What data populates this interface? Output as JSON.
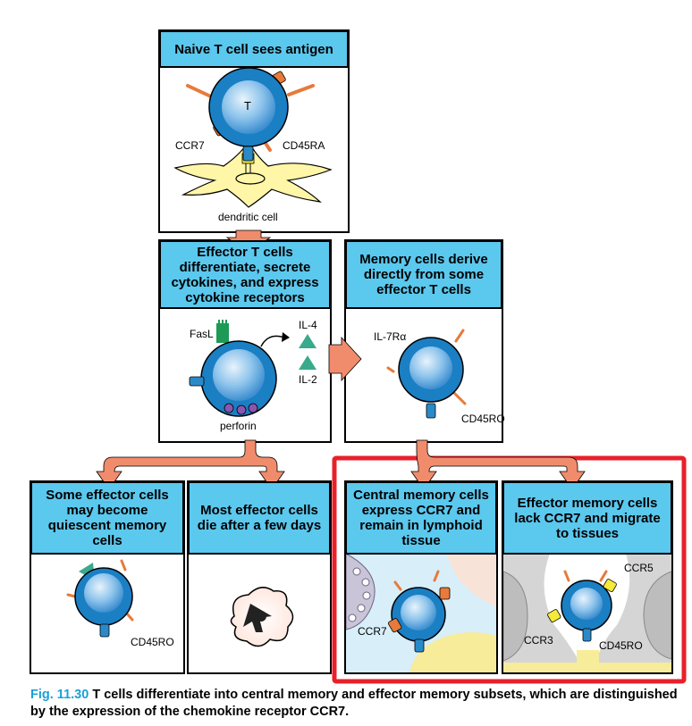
{
  "boxes": {
    "naive": "Naive T cell sees antigen",
    "effector": "Effector T cells differentiate, secrete cytokines, and express cytokine receptors",
    "memory": "Memory cells derive directly from some effector T cells",
    "quiescent": "Some effector cells may become quiescent memory cells",
    "die": "Most effector cells die after a few days",
    "central": "Central memory cells express CCR7 and remain in lymphoid tissue",
    "effmem": "Effector memory cells lack CCR7 and migrate to tissues"
  },
  "labels": {
    "t": "T",
    "ccr7_naive": "CCR7",
    "cd45ra": "CD45RA",
    "dendritic": "dendritic cell",
    "fasl": "FasL",
    "il4": "IL-4",
    "il2": "IL-2",
    "perforin": "perforin",
    "il7ra": "IL-7Rα",
    "cd45ro_memory": "CD45RO",
    "cd45ro_quiescent": "CD45RO",
    "ccr7_central": "CCR7",
    "ccr5": "CCR5",
    "ccr3": "CCR3",
    "cd45ro_effmem": "CD45RO"
  },
  "caption": {
    "fig": "Fig. 11.30",
    "text": " T cells differentiate into central memory and effector memory subsets, which are distinguished by the expression of the chemokine receptor CCR7."
  },
  "colors": {
    "header": "#5bc8ee",
    "cell": "#1b7fc4",
    "arrow": "#f08c6c",
    "highlight": "#e8202a",
    "dendritic": "#fff6a8"
  }
}
